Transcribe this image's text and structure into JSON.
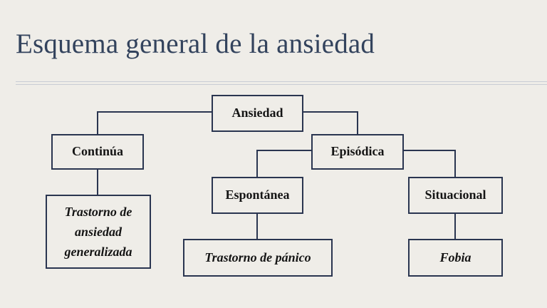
{
  "slide": {
    "title": "Esquema general de la ansiedad"
  },
  "diagram": {
    "root": "Ansiedad",
    "continua": "Continúa",
    "episodica": "Episódica",
    "espontanea": "Espontánea",
    "situacional": "Situacional",
    "tag_lines": [
      "Trastorno de",
      "ansiedad",
      "generalizada"
    ],
    "panico": "Trastorno de pánico",
    "fobia": "Fobia",
    "edges": [
      [
        "Ansiedad",
        "Continúa"
      ],
      [
        "Ansiedad",
        "Episódica"
      ],
      [
        "Continúa",
        "Trastorno de ansiedad generalizada"
      ],
      [
        "Episódica",
        "Espontánea"
      ],
      [
        "Episódica",
        "Situacional"
      ],
      [
        "Espontánea",
        "Trastorno de pánico"
      ],
      [
        "Situacional",
        "Fobia"
      ]
    ]
  },
  "colors": {
    "background": "#efede8",
    "title": "#33435d",
    "box_border": "#2a3550",
    "text": "#141414"
  }
}
